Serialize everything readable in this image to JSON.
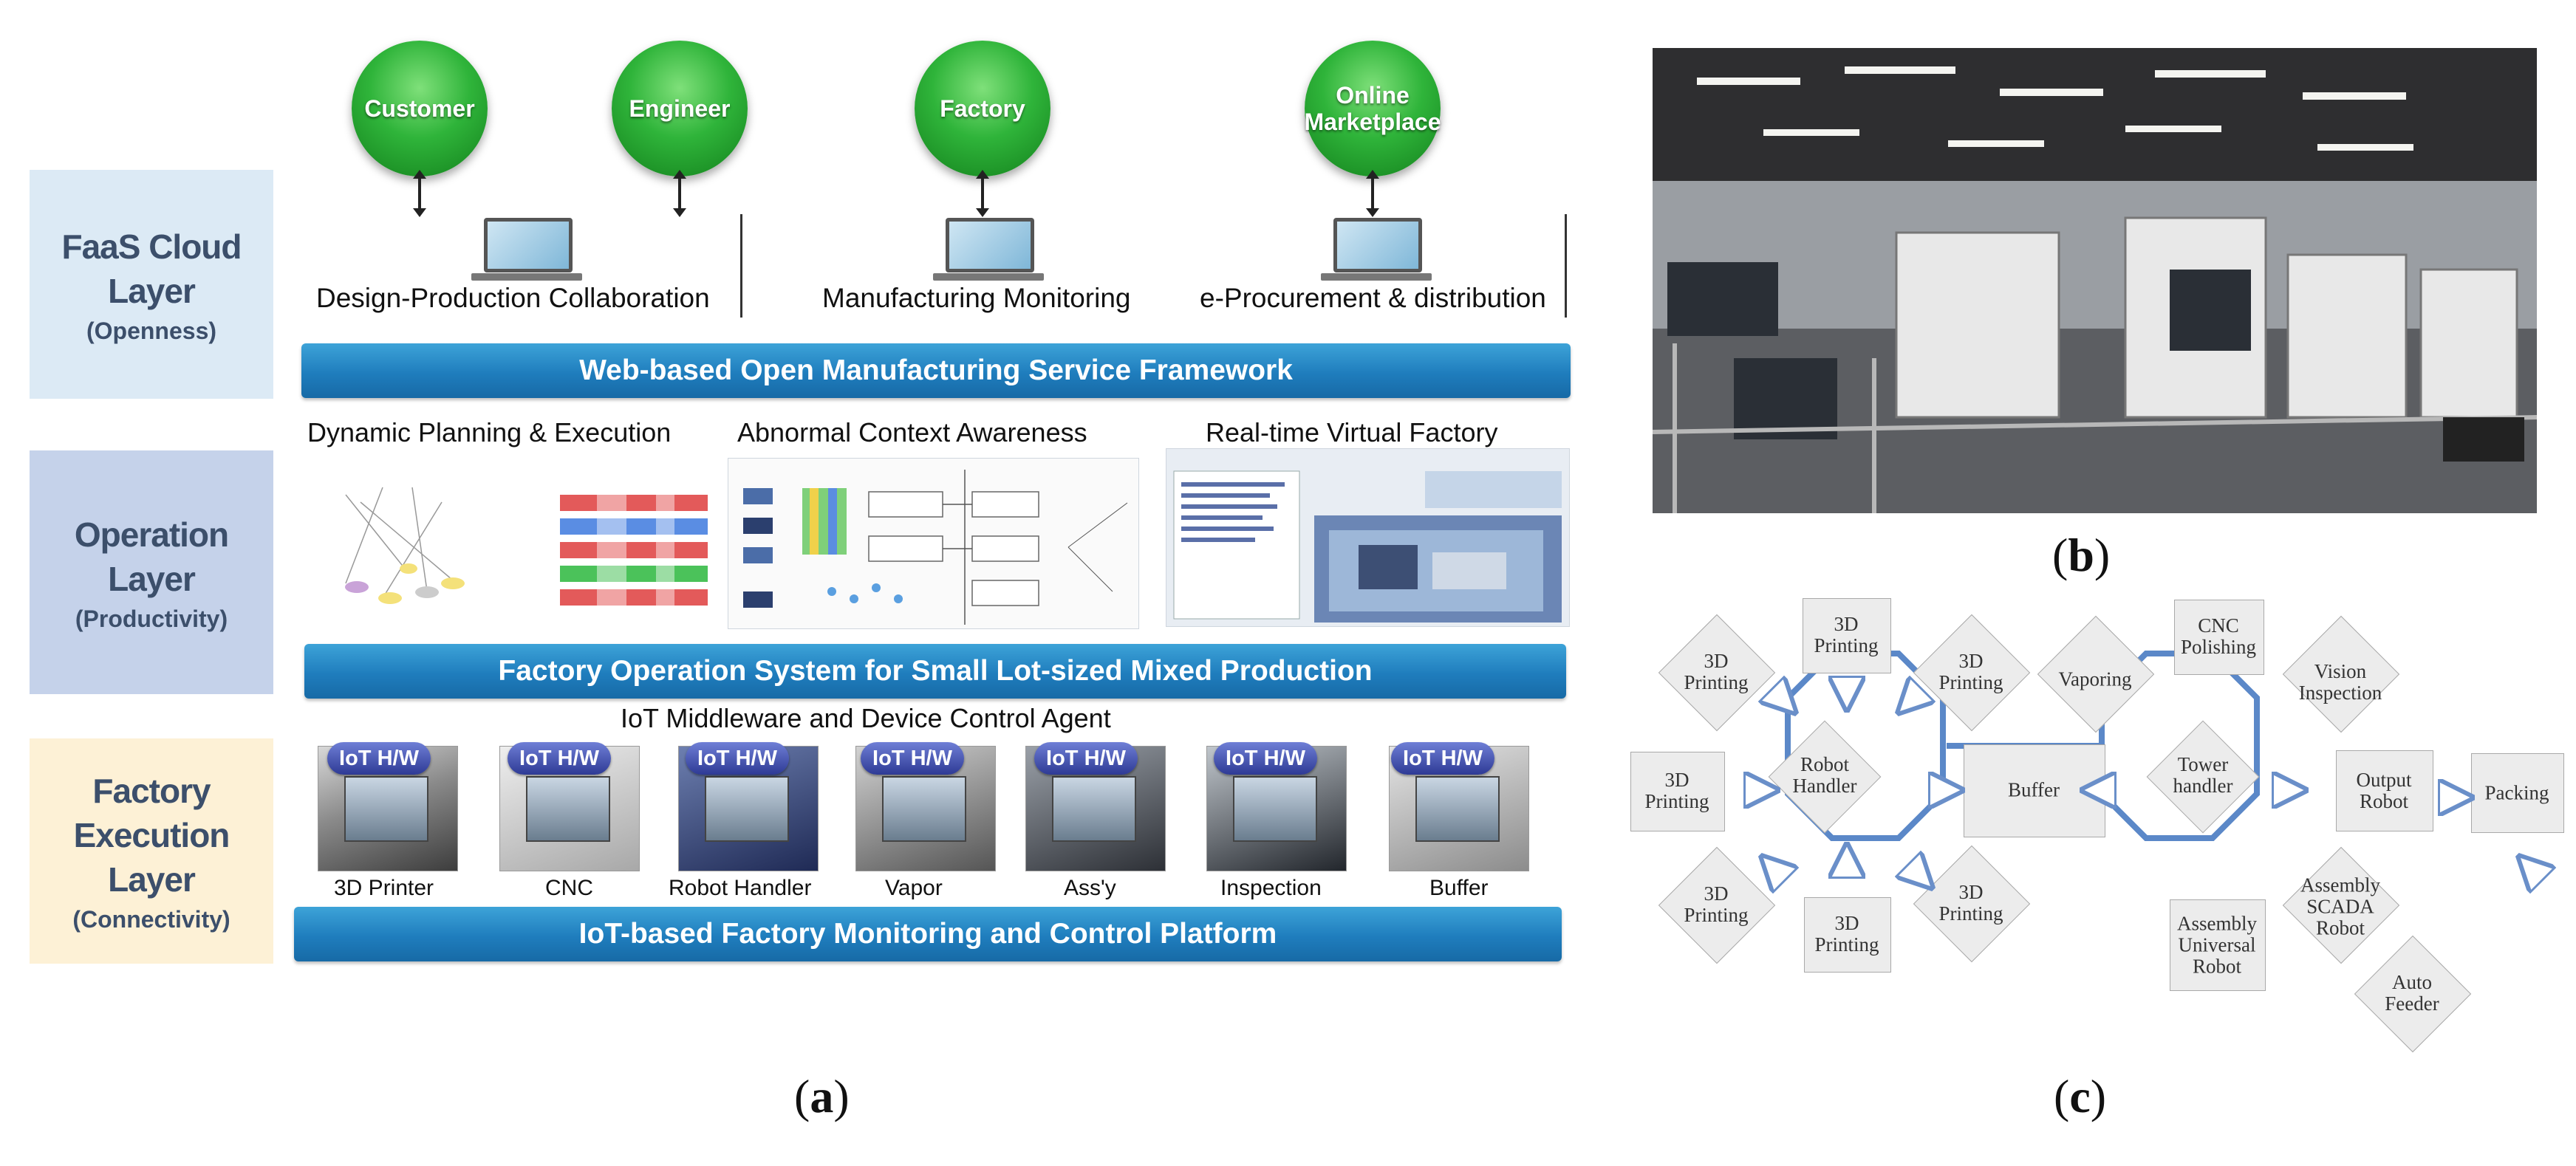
{
  "panel_a": {
    "layers": [
      {
        "title": "FaaS Cloud Layer",
        "line1": "FaaS Cloud",
        "line2": "Layer",
        "subtitle": "(Openness)"
      },
      {
        "title": "Operation Layer",
        "line1": "Operation",
        "line2": "Layer",
        "subtitle": "(Productivity)"
      },
      {
        "title": "Factory Execution Layer",
        "line1": "Factory",
        "line2": "Execution",
        "line3": "Layer",
        "subtitle": "(Connectivity)"
      }
    ],
    "actors": [
      "Customer",
      "Engineer",
      "Factory",
      "Online Marketplace"
    ],
    "cloud_services": [
      "Design-Production Collaboration",
      "Manufacturing Monitoring",
      "e-Procurement & distribution"
    ],
    "cloud_banner": "Web-based Open Manufacturing Service Framework",
    "operation_modules": [
      "Dynamic Planning & Execution",
      "Abnormal Context Awareness",
      "Real-time Virtual Factory"
    ],
    "operation_banner": "Factory Operation System for Small Lot-sized Mixed Production",
    "middleware": "IoT Middleware and Device Control Agent",
    "iot_badge": "IoT H/W",
    "devices": [
      "3D Printer",
      "CNC",
      "Robot Handler",
      "Vapor",
      "Ass'y",
      "Inspection",
      "Buffer"
    ],
    "execution_banner": "IoT-based Factory Monitoring and Control Platform",
    "caption": "a"
  },
  "panel_b": {
    "caption": "b"
  },
  "panel_c": {
    "caption": "c",
    "nodes": {
      "printing": "3D Printing",
      "printing_top": "3D",
      "printing_bottom": "Printing",
      "robot_handler": "Robot Handler",
      "buffer": "Buffer",
      "tower_handler": "Tower handler",
      "vaporing": "Vaporing",
      "cnc_polishing": "CNC Polishing",
      "vision_inspection": "Vision Inspection",
      "output_robot": "Output Robot",
      "packing": "Packing",
      "assembly_scada_robot": "Assembly SCADA Robot",
      "assembly_universal_robot": "Assembly Universal Robot",
      "auto_feeder": "Auto Feeder"
    }
  },
  "colors": {
    "banner": "#1f7dbd",
    "actor": "#2fb43a",
    "layer1": "#dceaf5",
    "layer2": "#c5d2ea",
    "layer3": "#fdf1d6",
    "octagon": "#5b88c8"
  }
}
